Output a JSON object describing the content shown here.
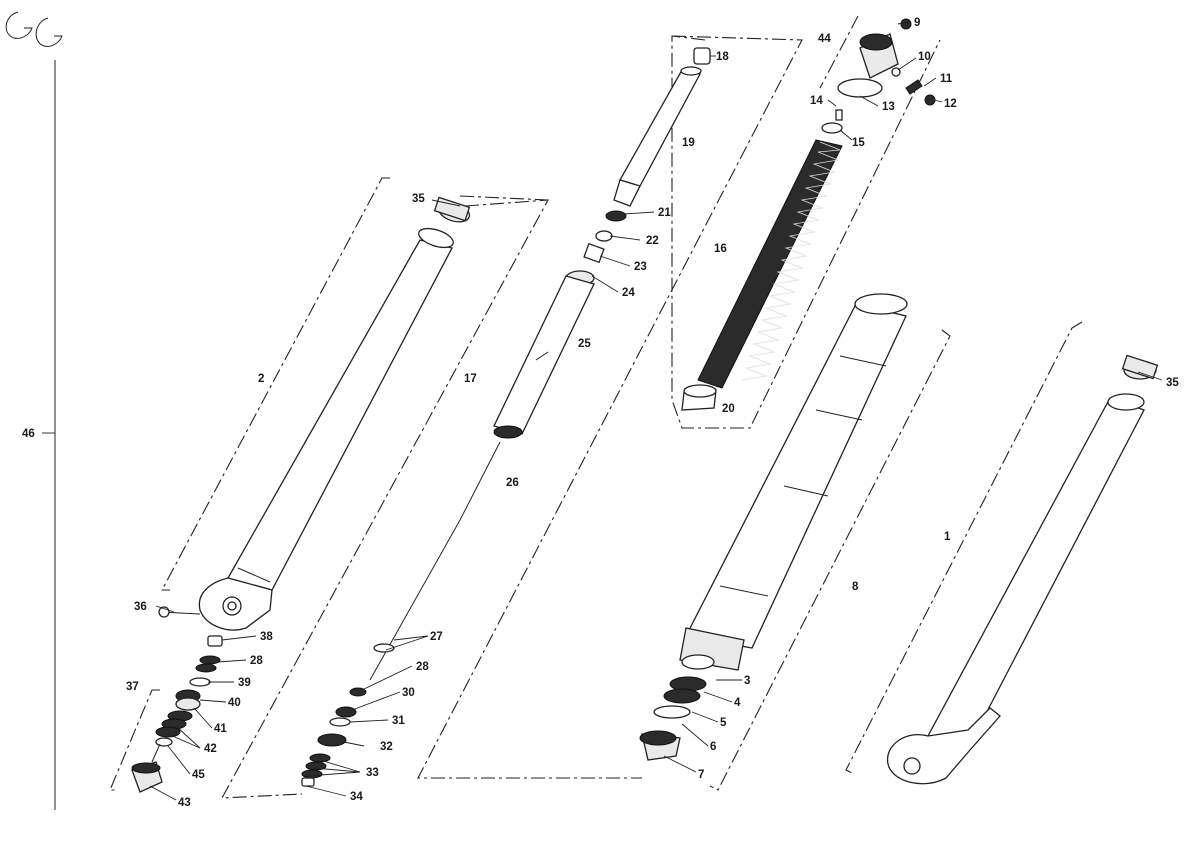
{
  "logo": {
    "text": "GG"
  },
  "callouts": {
    "n1": "1",
    "n2": "2",
    "n3": "3",
    "n4": "4",
    "n5": "5",
    "n6": "6",
    "n7": "7",
    "n8": "8",
    "n9": "9",
    "n10": "10",
    "n11": "11",
    "n12": "12",
    "n13": "13",
    "n14": "14",
    "n15": "15",
    "n16": "16",
    "n17": "17",
    "n18": "18",
    "n19": "19",
    "n20": "20",
    "n21": "21",
    "n22": "22",
    "n23": "23",
    "n24": "24",
    "n25": "25",
    "n26": "26",
    "n27": "27",
    "n28a": "28",
    "n28b": "28",
    "n30": "30",
    "n31": "31",
    "n32": "32",
    "n33": "33",
    "n34": "34",
    "n35a": "35",
    "n35b": "35",
    "n36": "36",
    "n37": "37",
    "n38": "38",
    "n39": "39",
    "n40": "40",
    "n41": "41",
    "n42": "42",
    "n43": "43",
    "n44": "44",
    "n45": "45",
    "n46": "46"
  }
}
